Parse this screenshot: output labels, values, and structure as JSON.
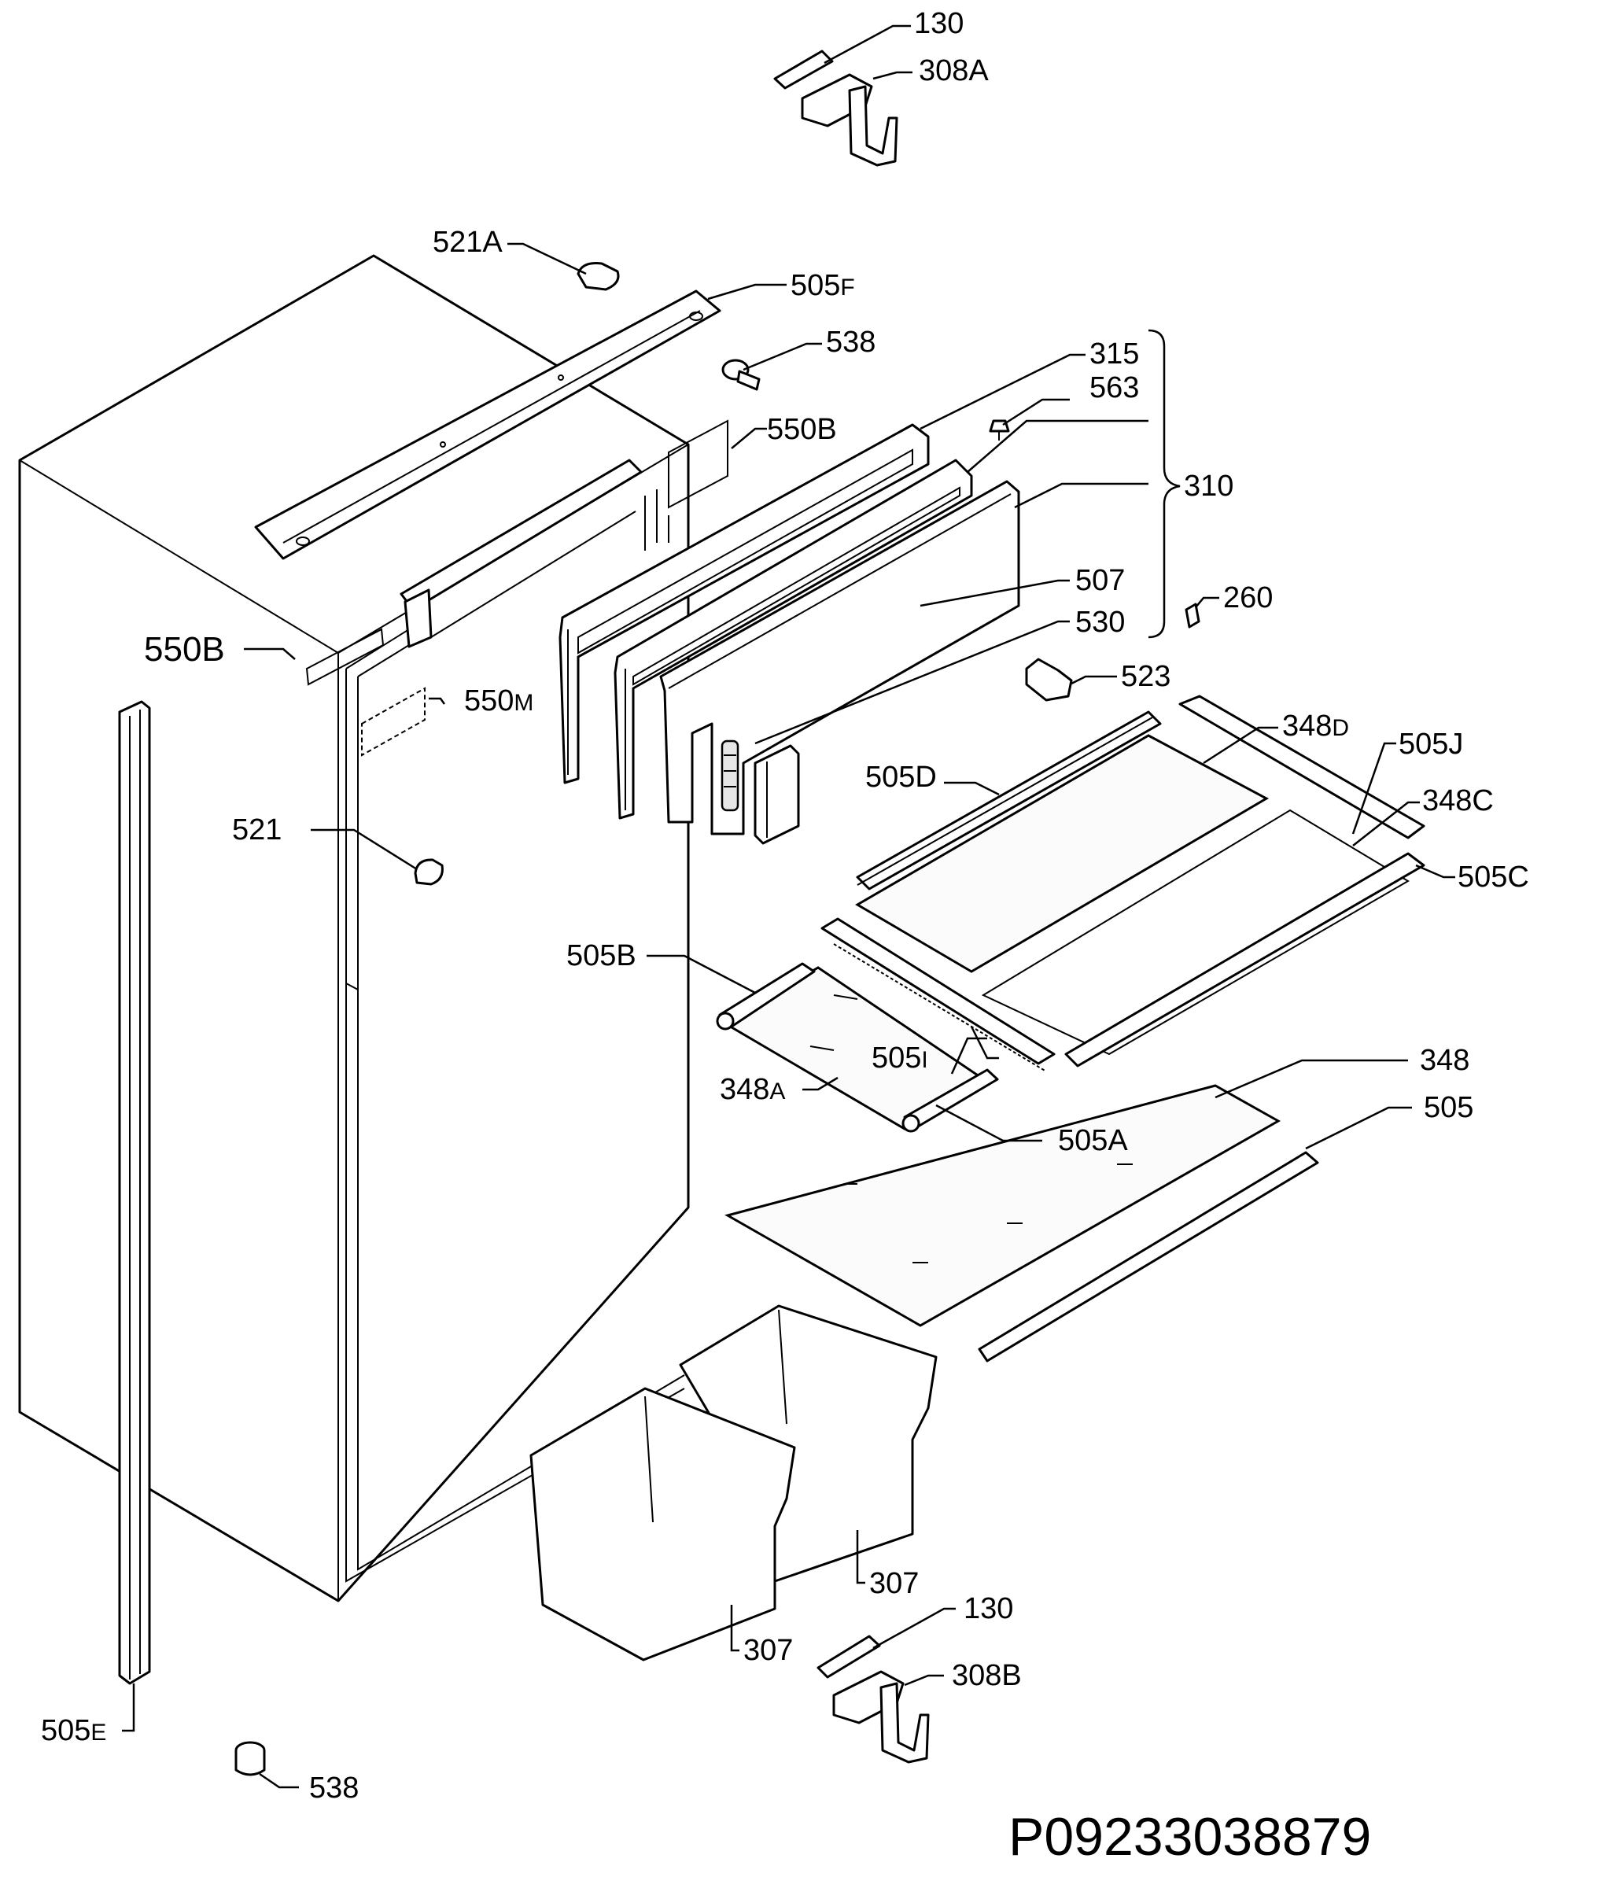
{
  "drawing_code": "P09233038879",
  "labels": {
    "l130_top": "130",
    "l308A": "308A",
    "l521A": "521A",
    "l505F_main": "505",
    "l505F_suffix": "F",
    "l538_top": "538",
    "l315": "315",
    "l563": "563",
    "l550B_right": "550B",
    "l310": "310",
    "l507": "507",
    "l260": "260",
    "l530": "530",
    "l550B_left": "550B",
    "l550M_main": "550",
    "l550M_suffix": "M",
    "l523": "523",
    "l348D_main": "348",
    "l348D_suffix": "D",
    "l505J": "505J",
    "l505D": "505D",
    "l348C": "348C",
    "l505C": "505C",
    "l521": "521",
    "l505B": "505B",
    "l505I_main": "505",
    "l505I_suffix": "I",
    "l348A_main": "348",
    "l348A_suffix": "A",
    "l505A": "505A",
    "l348": "348",
    "l505": "505",
    "l307_right": "307",
    "l307_left": "307",
    "l130_bottom": "130",
    "l308B": "308B",
    "l505E_main": "505",
    "l505E_suffix": "E",
    "l538_bottom": "538"
  }
}
